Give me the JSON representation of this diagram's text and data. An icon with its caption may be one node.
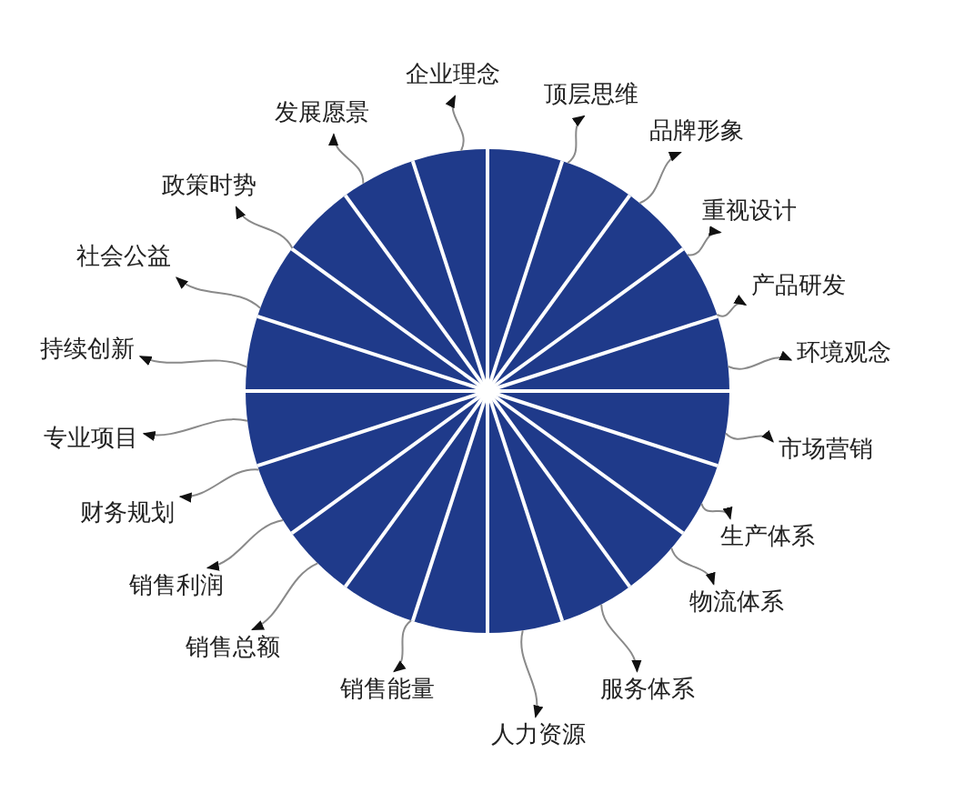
{
  "diagram": {
    "nodes": [
      {
        "text": [],
        "shape": "circle"
      },
      {
        "text": [
          "企业理念"
        ]
      },
      {
        "text": [
          "顶层思维"
        ]
      },
      {
        "text": [
          "品牌形象"
        ]
      },
      {
        "text": [
          "重视设计"
        ]
      },
      {
        "text": [
          "产品研发"
        ]
      },
      {
        "text": [
          "环境观念"
        ]
      },
      {
        "text": [
          "市场营销"
        ]
      },
      {
        "text": [
          "生产体系"
        ]
      },
      {
        "text": [
          "物流体系"
        ]
      },
      {
        "text": [
          "服务体系"
        ]
      },
      {
        "text": [
          "人力资源"
        ]
      },
      {
        "text": [
          "销售能量"
        ]
      },
      {
        "text": [
          "销售总额"
        ]
      },
      {
        "text": [
          "销售利润"
        ]
      },
      {
        "text": [
          "财务规划"
        ]
      },
      {
        "text": [
          "专业项目"
        ]
      },
      {
        "text": [
          "持续创新"
        ]
      },
      {
        "text": [
          "社会公益"
        ]
      },
      {
        "text": [
          "政策时势"
        ]
      },
      {
        "text": [
          "发展愿景"
        ]
      }
    ],
    "edges": [
      {
        "from": 0,
        "to": 1,
        "arrow": "to"
      },
      {
        "from": 0,
        "to": 2,
        "arrow": "to"
      },
      {
        "from": 0,
        "to": 3,
        "arrow": "to"
      },
      {
        "from": 0,
        "to": 4,
        "arrow": "to"
      },
      {
        "from": 0,
        "to": 5,
        "arrow": "to"
      },
      {
        "from": 0,
        "to": 6,
        "arrow": "to"
      },
      {
        "from": 0,
        "to": 7,
        "arrow": "to"
      },
      {
        "from": 0,
        "to": 8,
        "arrow": "to"
      },
      {
        "from": 0,
        "to": 9,
        "arrow": "to"
      },
      {
        "from": 0,
        "to": 10,
        "arrow": "to"
      },
      {
        "from": 0,
        "to": 11,
        "arrow": "to"
      },
      {
        "from": 0,
        "to": 12,
        "arrow": "to"
      },
      {
        "from": 0,
        "to": 13,
        "arrow": "to"
      },
      {
        "from": 0,
        "to": 14,
        "arrow": "to"
      },
      {
        "from": 0,
        "to": 15,
        "arrow": "to"
      },
      {
        "from": 0,
        "to": 16,
        "arrow": "to"
      },
      {
        "from": 0,
        "to": 17,
        "arrow": "to"
      },
      {
        "from": 0,
        "to": 18,
        "arrow": "to"
      },
      {
        "from": 0,
        "to": 19,
        "arrow": "to"
      },
      {
        "from": 0,
        "to": 20,
        "arrow": "to"
      }
    ]
  }
}
